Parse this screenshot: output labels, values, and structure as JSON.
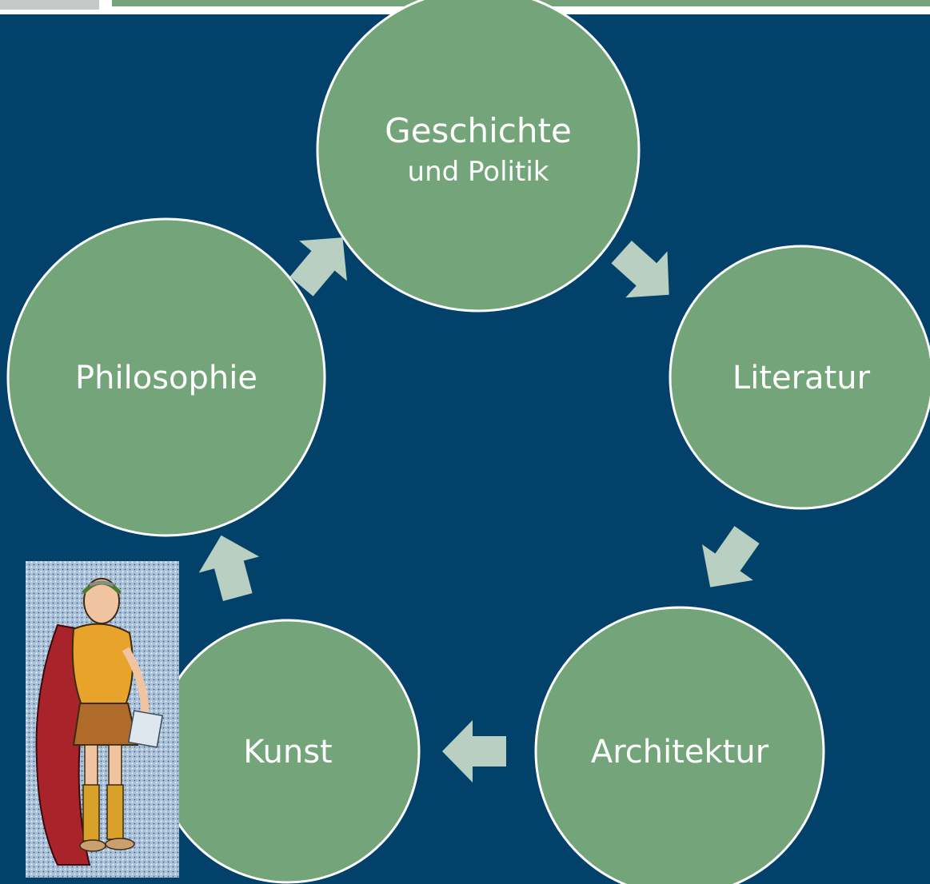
{
  "nodes": [
    {
      "id": "geschichte",
      "line1": "Geschichte",
      "line2": "und Politik"
    },
    {
      "id": "literatur",
      "line1": "Literatur"
    },
    {
      "id": "architektur",
      "line1": "Architektur"
    },
    {
      "id": "kunst",
      "line1": "Kunst"
    },
    {
      "id": "philosophie",
      "line1": "Philosophie"
    }
  ],
  "colors": {
    "background": "#02426a",
    "node_fill": "#74a57a",
    "node_stroke": "#ffffff",
    "arrow_fill": "#b9cfc1",
    "text": "#ffffff"
  },
  "illustration": "roman-figure-illustration"
}
